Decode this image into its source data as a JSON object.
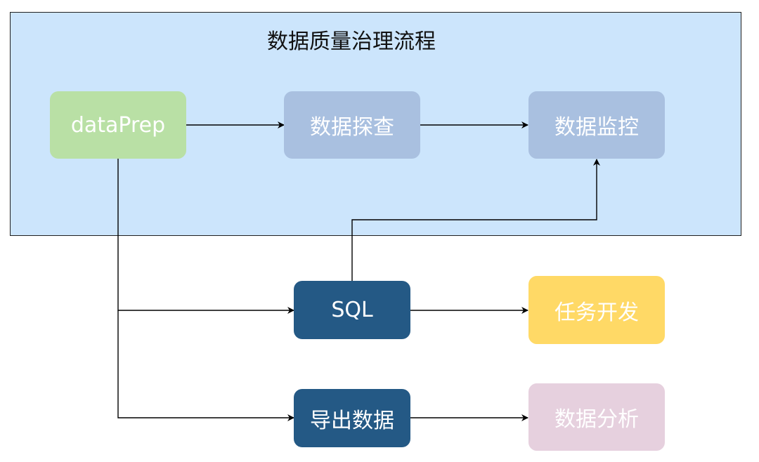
{
  "diagram": {
    "title": "数据质量治理流程",
    "nodes": {
      "dataprep": {
        "label": "dataPrep"
      },
      "explore": {
        "label": "数据探查"
      },
      "monitor": {
        "label": "数据监控"
      },
      "sql": {
        "label": "SQL"
      },
      "task": {
        "label": "任务开发"
      },
      "export": {
        "label": "导出数据"
      },
      "analysis": {
        "label": "数据分析"
      }
    },
    "edges": [
      {
        "from": "dataprep",
        "to": "explore"
      },
      {
        "from": "explore",
        "to": "monitor"
      },
      {
        "from": "dataprep",
        "to": "sql"
      },
      {
        "from": "dataprep",
        "to": "export"
      },
      {
        "from": "sql",
        "to": "task"
      },
      {
        "from": "sql",
        "to": "monitor"
      },
      {
        "from": "export",
        "to": "analysis"
      }
    ]
  },
  "colors": {
    "group_fill": "#cce5fc",
    "dataprep_fill": "#b9e0a5",
    "explore_fill": "#a9c0e0",
    "monitor_fill": "#a9c0e0",
    "sql_fill": "#245985",
    "export_fill": "#245985",
    "task_fill": "#ffd966",
    "analysis_fill": "#e6d0de",
    "line": "#000000"
  }
}
